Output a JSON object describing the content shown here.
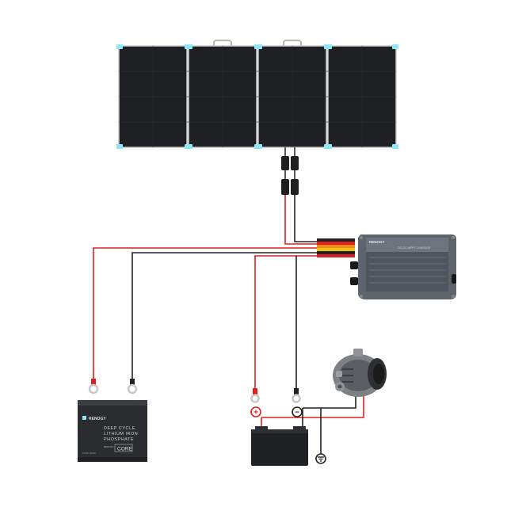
{
  "colors": {
    "panel": "#1e2024",
    "panel_frame": "#d8d8d8",
    "corner_accent": "#8fe6f4",
    "wire_red": "#e02020",
    "wire_black": "#222222",
    "wire_orange": "#f28a1c",
    "wire_yellow": "#f2c21c",
    "controller_body": "#5d646c",
    "battery_body": "#2a2c2f",
    "starter_battery": "#1f2124"
  },
  "icons": {
    "solar_panel": "solar-panel-icon",
    "controller": "dc-dc-charger-icon",
    "battery": "lithium-battery-icon",
    "starter_battery": "starter-battery-icon",
    "alternator": "alternator-icon",
    "ground": "ground-icon"
  },
  "controller": {
    "brand": "RENOGY",
    "subtitle": "DC-DC MPPT CHARGER"
  },
  "lithium_battery": {
    "brand": "RENOGY",
    "line1": "DEEP CYCLE",
    "line2": "LITHIUM IRON",
    "line3": "PHOSPHATE",
    "badge": "CORE",
    "badge_prefix": "RENOGY",
    "spec": "12.8V  100Ah"
  },
  "terminals": {
    "positive": "+",
    "negative": "−"
  }
}
